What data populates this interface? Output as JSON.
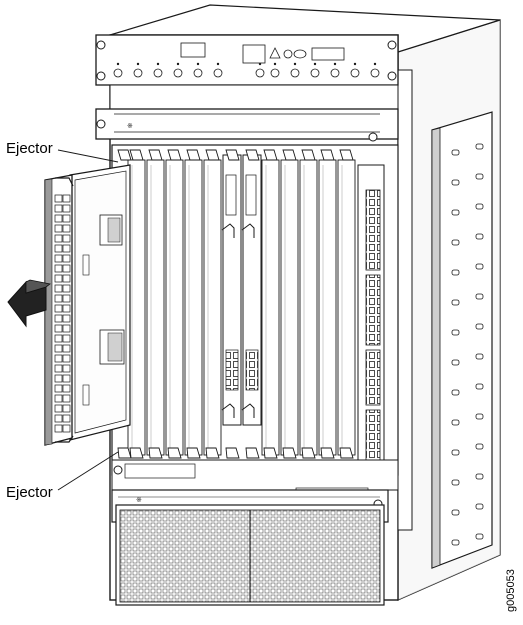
{
  "callouts": {
    "top_ejector": "Ejector",
    "bottom_ejector": "Ejector"
  },
  "figure_id": "g005053",
  "colors": {
    "line": "#1a1a1a",
    "panel": "#ffffff",
    "shade": "#d9d9d9",
    "dark": "#333333",
    "arrow": "#1f1f1f"
  },
  "slots": {
    "line_card_slots": 12,
    "extracted_card_ports": 24
  }
}
